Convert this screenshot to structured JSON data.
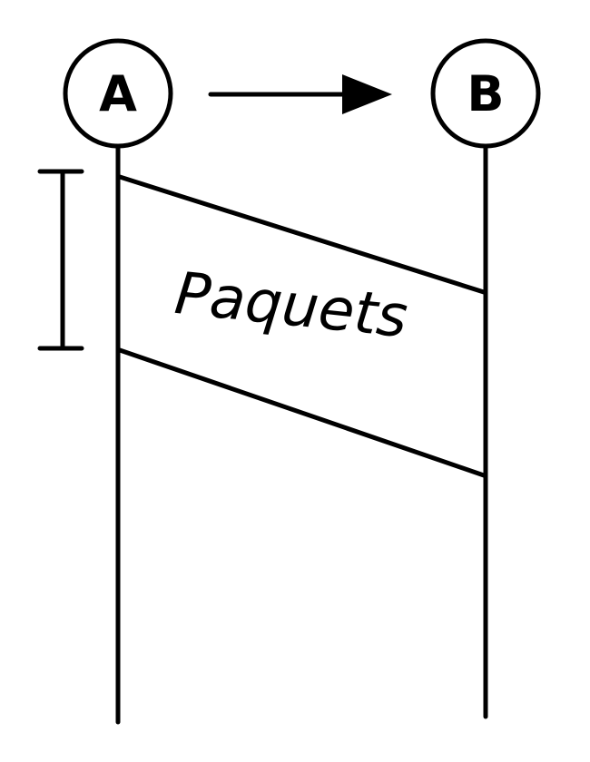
{
  "nodes": {
    "a": {
      "label": "A"
    },
    "b": {
      "label": "B"
    }
  },
  "packets": {
    "label": "Paquets"
  },
  "colors": {
    "ink": "#000000",
    "background": "#ffffff"
  },
  "icons": {
    "direction": "arrow-right-icon",
    "interval": "interval-bracket-icon"
  }
}
